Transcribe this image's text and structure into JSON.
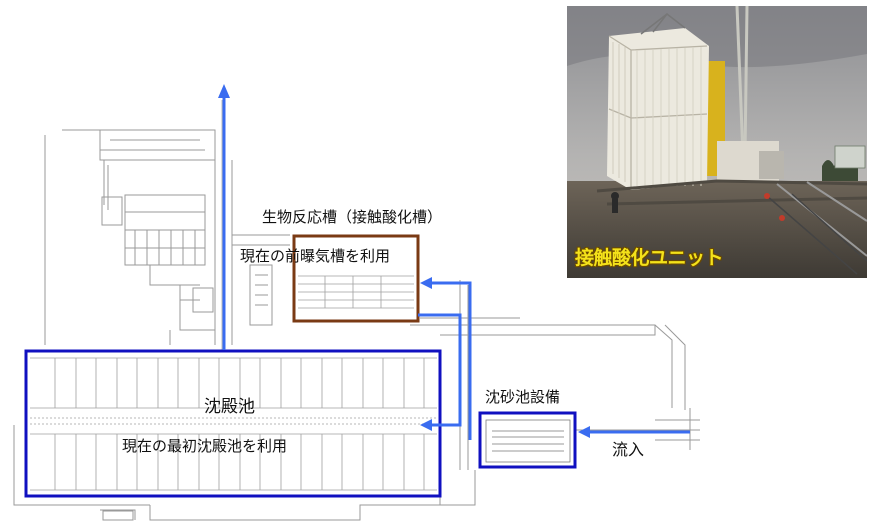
{
  "labels": {
    "bio_reactor": "生物反応槽（接触酸化槽）",
    "pre_aeration": "現在の前曝気槽を利用",
    "sedimentation": "沈殿池",
    "primary_sedimentation": "現在の最初沈殿池を利用",
    "grit_chamber": "沈砂池設備",
    "inflow": "流入"
  },
  "photo": {
    "caption": "接触酸化ユニット"
  },
  "colors": {
    "sedimentation_frame": "#1010c0",
    "reactor_frame": "#7a3a14",
    "flow_arrow": "#3a6cf0",
    "plan_lines": "#8c8c8c",
    "photo_caption": "#f4e21a"
  }
}
